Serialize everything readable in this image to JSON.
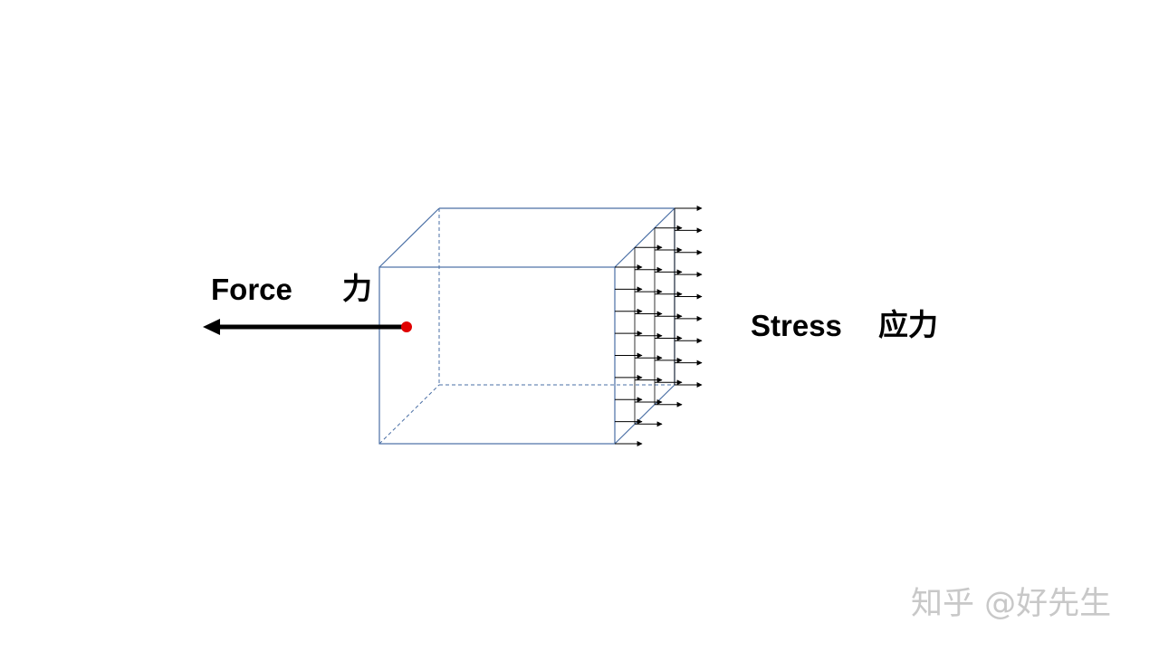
{
  "force": {
    "label_en": "Force",
    "label_zh": "力"
  },
  "stress": {
    "label_en": "Stress",
    "label_zh": "应力"
  },
  "watermark": "知乎 @好先生",
  "colors": {
    "box_edge": "#4a6fa5",
    "force_arrow": "#000000",
    "application_point": "#e00000",
    "stress_arrows": "#000000"
  }
}
